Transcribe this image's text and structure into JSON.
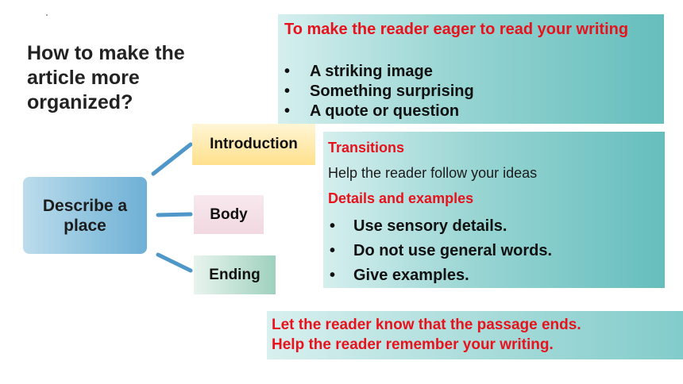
{
  "question": "How to make the article more organized?",
  "hub": {
    "line1": "Describe a",
    "line2": "place"
  },
  "nodes": {
    "introduction": "Introduction",
    "body": "Body",
    "ending": "Ending"
  },
  "introduction_box": {
    "heading": "To make the reader eager to read your writing",
    "bullet_glyph": "•",
    "items": [
      "A striking image",
      "Something surprising",
      "A quote or question"
    ]
  },
  "body_box": {
    "transitions_heading": "Transitions",
    "transitions_text": "Help the reader follow your ideas",
    "details_heading": "Details and examples",
    "bullet_glyph": "•",
    "items": [
      "Use sensory details.",
      "Do not use general words.",
      "Give examples."
    ]
  },
  "ending_box": {
    "line1": "Let the reader know that the passage ends.",
    "line2": "Help the reader remember your writing."
  },
  "colors": {
    "heading_red": "#e8121d",
    "teal": "#65bebd",
    "hub_blue": "#6fb0d6",
    "connector_blue": "#4f97c9"
  }
}
